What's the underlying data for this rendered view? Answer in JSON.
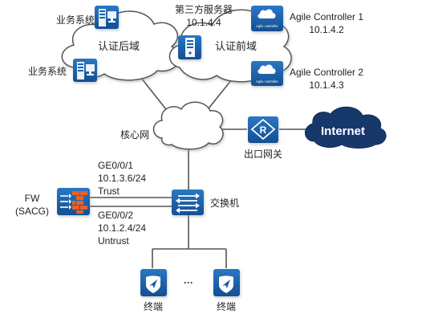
{
  "regions": {
    "post_auth": "认证后域",
    "pre_auth": "认证前域",
    "core": "核心网"
  },
  "nodes": {
    "biz_system_1": "业务系统",
    "biz_system_2": "业务系统",
    "third_party_server": {
      "name": "第三方服务器",
      "ip": "10.1.4.4"
    },
    "agile_controller_1": {
      "name": "Agile Controller 1",
      "ip": "10.1.4.2",
      "logo_text": "Agile controller"
    },
    "agile_controller_2": {
      "name": "Agile Controller 2",
      "ip": "10.1.4.3",
      "logo_text": "Agile controller"
    },
    "egress_gateway": "出口网关",
    "internet": "Internet",
    "firewall": {
      "name": "FW",
      "sub": "(SACG)"
    },
    "switch": "交换机",
    "terminal_1": "终端",
    "terminal_2": "终端",
    "ellipsis": "···"
  },
  "interfaces": {
    "trust": {
      "port": "GE0/0/1",
      "ip": "10.1.3.6/24",
      "zone": "Trust"
    },
    "untrust": {
      "port": "GE0/0/2",
      "ip": "10.1.2.4/24",
      "zone": "Untrust"
    }
  },
  "colors": {
    "device_blue": "#1a5fa8",
    "device_dark": "#154f8f",
    "line": "#555555",
    "firewall_orange": "#e8622a",
    "internet_navy": "#17386b"
  }
}
